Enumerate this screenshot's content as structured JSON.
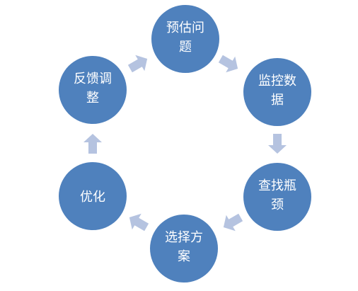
{
  "diagram": {
    "nodes": [
      {
        "lines": [
          "预估问",
          "题"
        ]
      },
      {
        "lines": [
          "监控数",
          "据"
        ]
      },
      {
        "lines": [
          "查找瓶",
          "颈"
        ]
      },
      {
        "lines": [
          "选择方",
          "案"
        ]
      },
      {
        "lines": [
          "优化"
        ]
      },
      {
        "lines": [
          "反馈调",
          "整"
        ]
      }
    ],
    "colors": {
      "node_fill": "#4f81bd",
      "node_text": "#ffffff",
      "arrow_fill": "#b5c3e0"
    }
  }
}
